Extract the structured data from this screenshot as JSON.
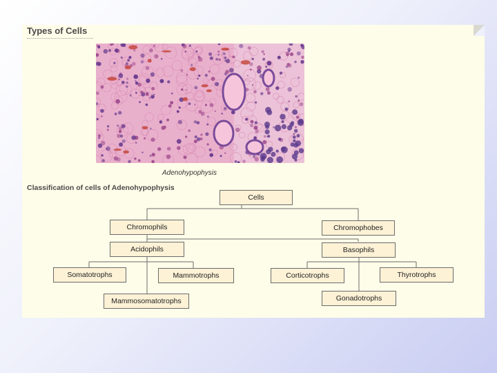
{
  "slide": {
    "heading": "Types of Cells",
    "image_caption": "Adenohypophysis",
    "classification_title": "Classification of cells of Adenohypophysis"
  },
  "tree": {
    "root": "Cells",
    "chromophils": "Chromophils",
    "chromophobes": "Chromophobes",
    "acidophils": "Acidophils",
    "basophils": "Basophils",
    "somatotrophs": "Somatotrophs",
    "mammotrophs": "Mammotrophs",
    "mammosomatotrophs": "Mammosomatotrophs",
    "corticotrophs": "Corticotrophs",
    "thyrotrophs": "Thyrotrophs",
    "gonadotrophs": "Gonadotrophs"
  },
  "colors": {
    "slide_bg": "#fefde9",
    "node_fill": "#fdf2d6",
    "node_border": "#6a6a6a",
    "tissue_pink": "#e7a6c6",
    "nucleus_purple": "#6b3d8f",
    "blood_red": "#c0392b"
  }
}
